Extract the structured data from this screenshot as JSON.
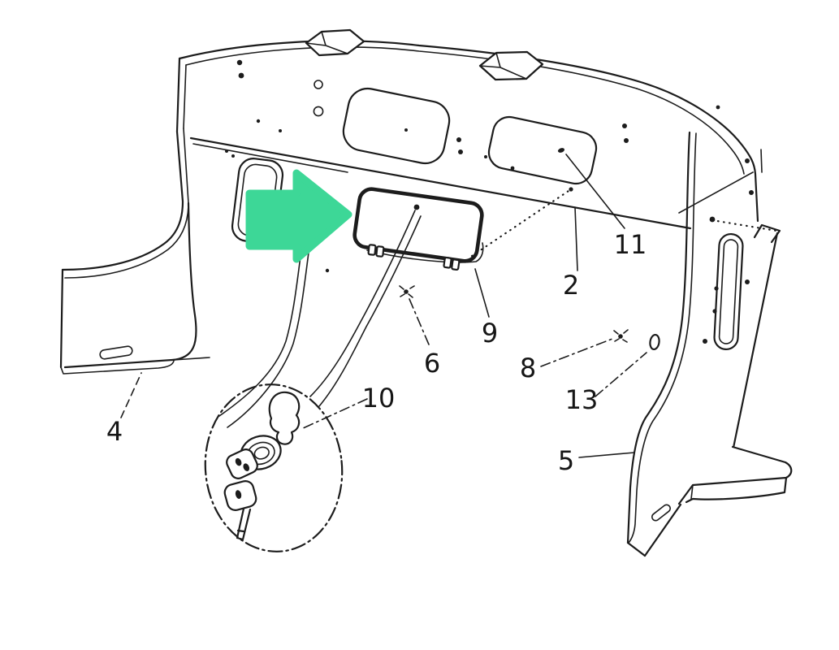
{
  "figure": {
    "background": "#ffffff",
    "ink": "#1c1c1c",
    "arrow_color": "#3dd797"
  },
  "callouts": [
    {
      "label": "2"
    },
    {
      "label": "4"
    },
    {
      "label": "5"
    },
    {
      "label": "6"
    },
    {
      "label": "8"
    },
    {
      "label": "9"
    },
    {
      "label": "10"
    },
    {
      "label": "11"
    },
    {
      "label": "13"
    }
  ]
}
